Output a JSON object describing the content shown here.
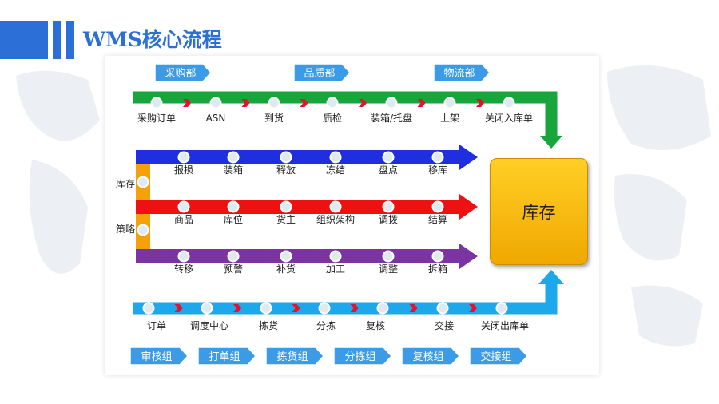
{
  "title": "WMS核心流程",
  "departments": [
    "采购部",
    "品质部",
    "物流部"
  ],
  "inbound_steps": [
    "采购订单",
    "ASN",
    "到货",
    "质检",
    "装箱/托盘",
    "上架",
    "关闭入库单"
  ],
  "strategy_labels": [
    "库存",
    "策略"
  ],
  "blue_row": [
    "报损",
    "装箱",
    "释放",
    "冻结",
    "盘点",
    "移库"
  ],
  "red_row": [
    "商品",
    "库位",
    "货主",
    "组织架构",
    "调拨",
    "结算"
  ],
  "purple_row": [
    "转移",
    "预警",
    "补货",
    "加工",
    "调整",
    "拆箱"
  ],
  "outbound_steps": [
    "订单",
    "调度中心",
    "拣货",
    "分拣",
    "复核",
    "交接",
    "关闭出库单"
  ],
  "teams": [
    "审核组",
    "打单组",
    "拣货组",
    "分拣组",
    "复核组",
    "交接组"
  ],
  "inventory": "库存",
  "colors": {
    "green": "#17a63c",
    "blue": "#1f2fe0",
    "red": "#ee1111",
    "purple": "#7a35a3",
    "cyan": "#1ca8ea",
    "orange": "#f5a10a",
    "tag": "#3b9be6",
    "title": "#2c6fd6",
    "inventory": "#ffc20e"
  }
}
